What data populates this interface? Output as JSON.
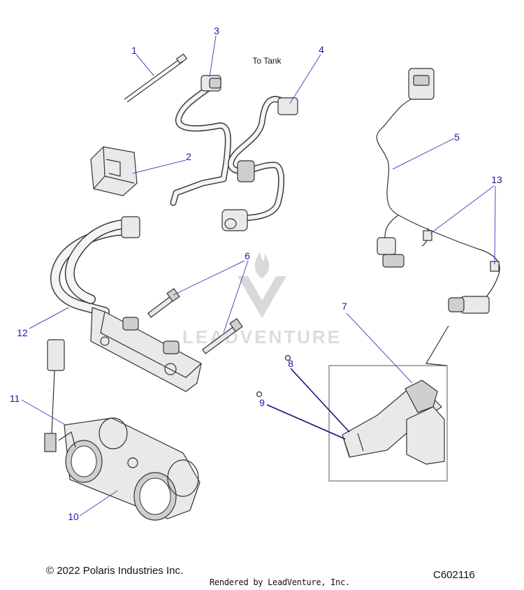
{
  "diagram": {
    "annotation": "To Tank",
    "callouts": [
      "1",
      "2",
      "3",
      "4",
      "5",
      "6",
      "7",
      "8",
      "9",
      "10",
      "11",
      "12",
      "13"
    ],
    "watermark": "LEADVENTURE"
  },
  "footer": {
    "copyright": "© 2022 Polaris Industries Inc.",
    "rendered_by": "Rendered by LeadVenture, Inc.",
    "diagram_code": "C602116"
  },
  "colors": {
    "callout": "#1a1aa6",
    "line_art": "#333333",
    "watermark": "#d9d9d9"
  }
}
